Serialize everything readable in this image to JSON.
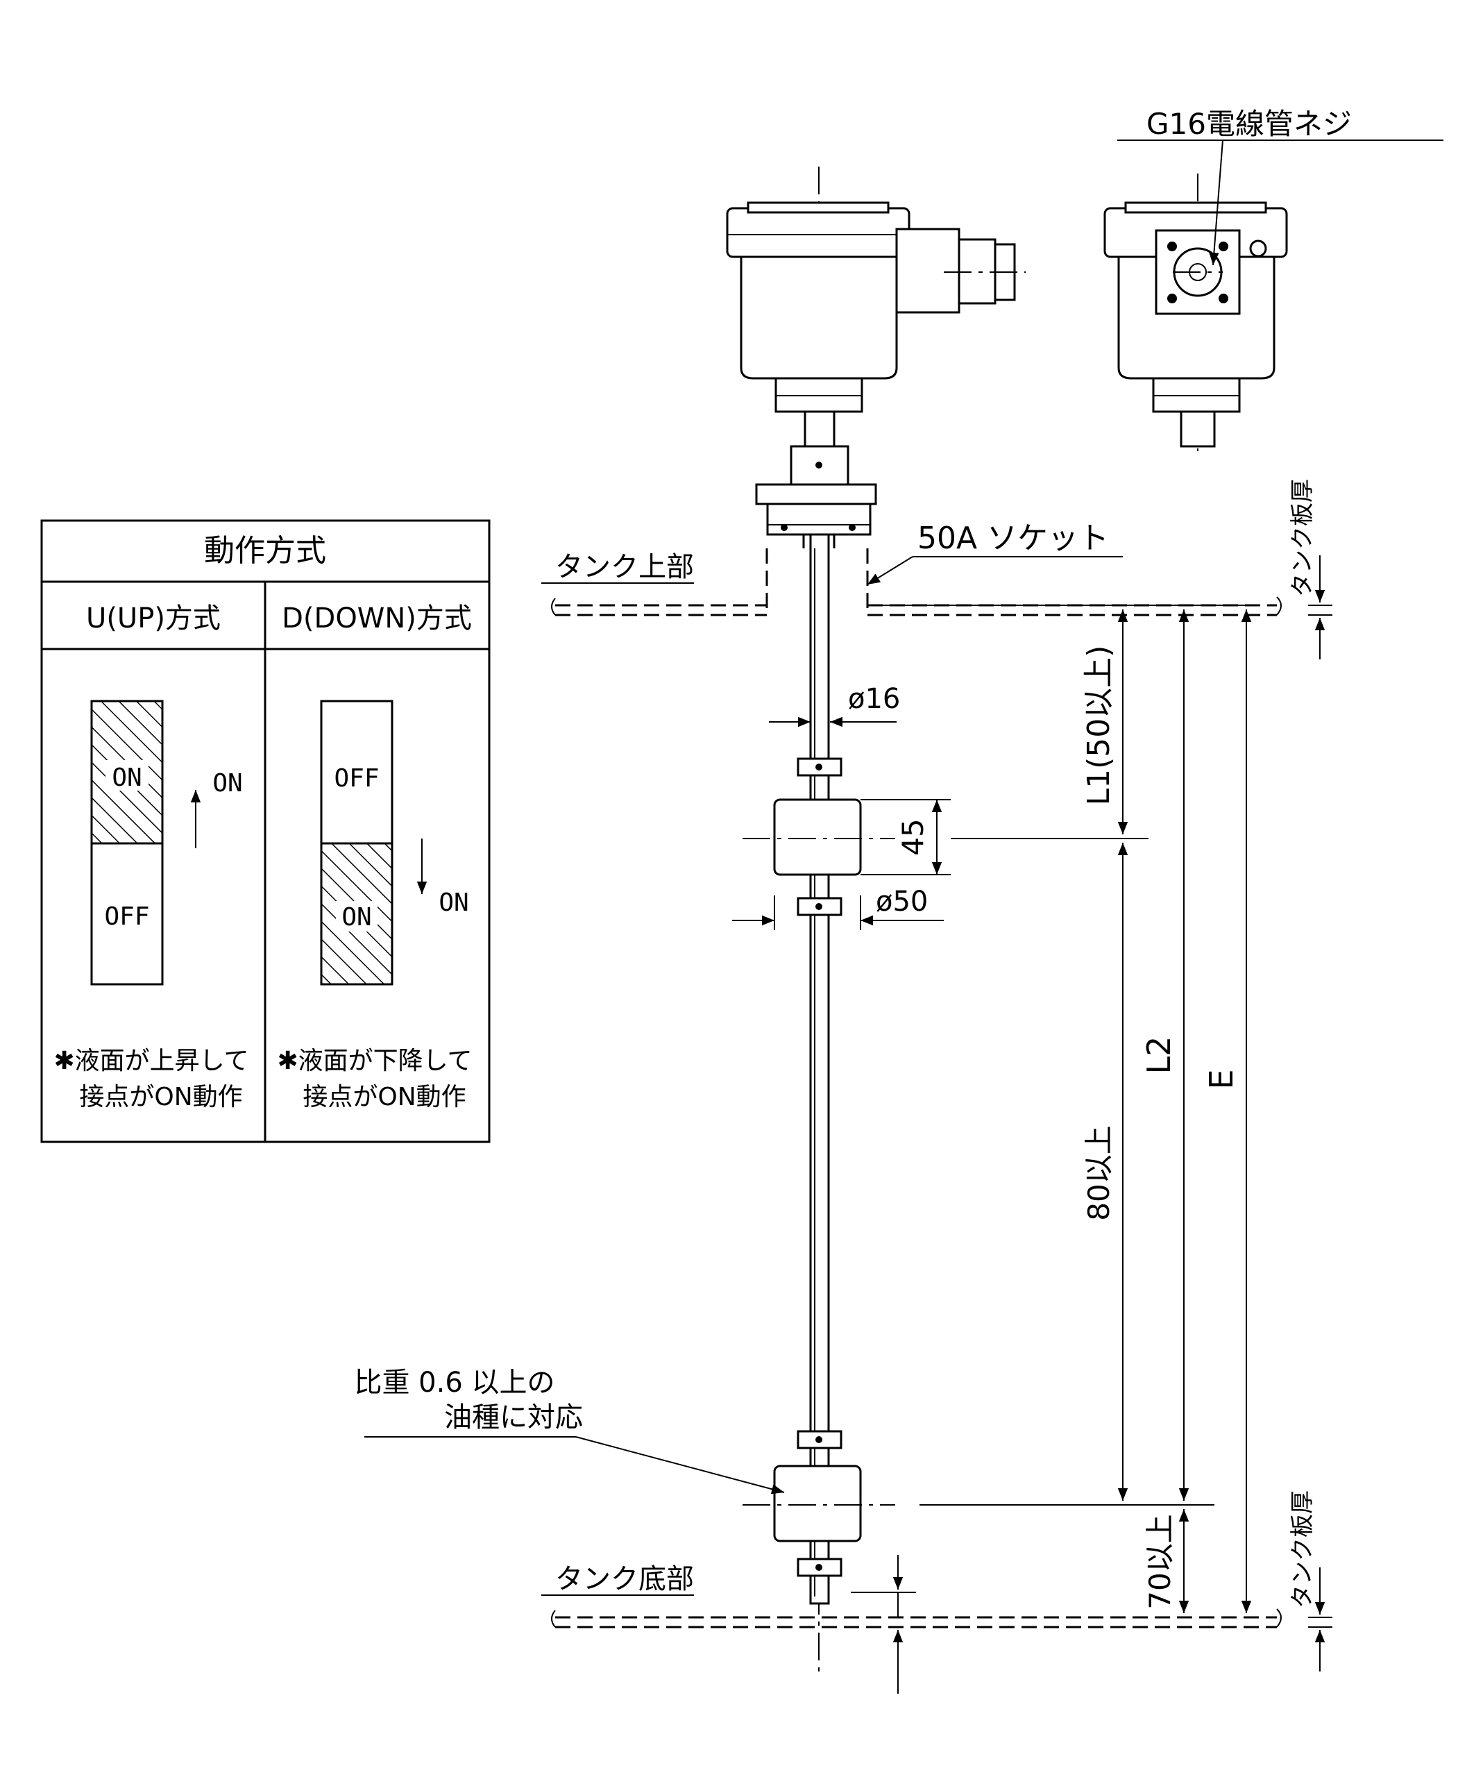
{
  "callouts": {
    "conduit_thread": "G16電線管ネジ",
    "socket": "50A ソケット",
    "tank_top": "タンク上部",
    "tank_bottom": "タンク底部",
    "tank_thickness_top": "タンク板厚",
    "tank_thickness_bottom": "タンク板厚",
    "gravity_line1": "比重 0.6 以上の",
    "gravity_line2": "油種に対応"
  },
  "dimensions": {
    "rod_dia": "ø16",
    "float_height": "45",
    "float_dia": "ø50",
    "L1": "L1(50以上)",
    "L2": "L2",
    "E": "E",
    "min_80": "80以上",
    "min_70": "70以上"
  },
  "operation_table": {
    "title": "動作方式",
    "up_header": "U(UP)方式",
    "down_header": "D(DOWN)方式",
    "up_on": "ON",
    "up_off": "OFF",
    "up_arrow_label": "ON",
    "down_on": "ON",
    "down_off": "OFF",
    "down_arrow_label": "ON",
    "up_note_line1": "✱液面が上昇して",
    "up_note_line2": "接点がON動作",
    "down_note_line1": "✱液面が下降して",
    "down_note_line2": "接点がON動作"
  }
}
